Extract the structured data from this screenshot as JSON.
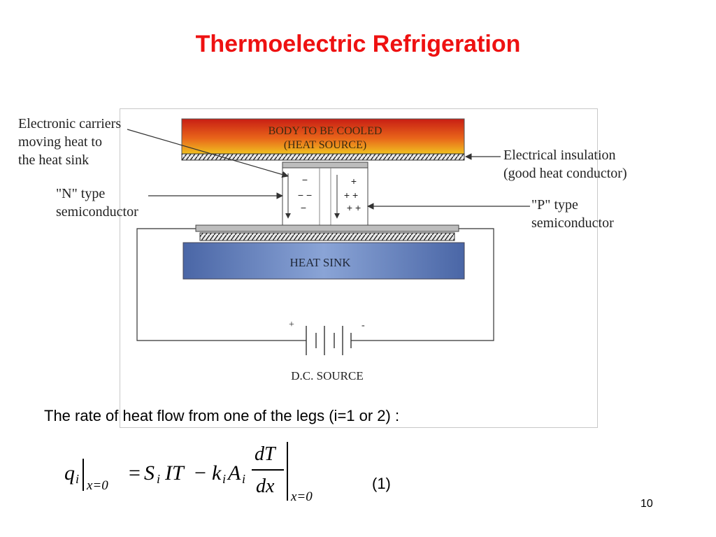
{
  "slide": {
    "title": "Thermoelectric Refrigeration",
    "page_number": "10"
  },
  "diagram": {
    "body_label_line1": "BODY TO BE COOLED",
    "body_label_line2": "(HEAT SOURCE)",
    "heat_sink_label": "HEAT SINK",
    "dc_source_label": "D.C. SOURCE",
    "carriers_label": [
      "Electronic carriers",
      "moving heat to",
      "the heat sink"
    ],
    "n_type_label": [
      "\"N\" type",
      "semiconductor"
    ],
    "insulation_label": [
      "Electrical insulation",
      "(good heat conductor)"
    ],
    "p_type_label": [
      "\"P\" type",
      "semiconductor"
    ],
    "battery_plus": "+",
    "battery_minus": "-",
    "n_charges": [
      "−",
      "− −",
      "−"
    ],
    "p_charges": [
      "+",
      "+ +",
      "+ +"
    ],
    "colors": {
      "hot_top": "#f0c020",
      "hot_bottom": "#c81e14",
      "sink": "#5a78b4"
    }
  },
  "caption": "The rate of heat flow from one of the legs (i=1 or 2) :",
  "equation": {
    "q": "q",
    "i": "i",
    "eval_at": "x=0",
    "equals": "=",
    "S": "S",
    "IT": "IT",
    "minus": "−",
    "k": "k",
    "A": "A",
    "dT": "dT",
    "dx": "dx",
    "number": "(1)"
  }
}
